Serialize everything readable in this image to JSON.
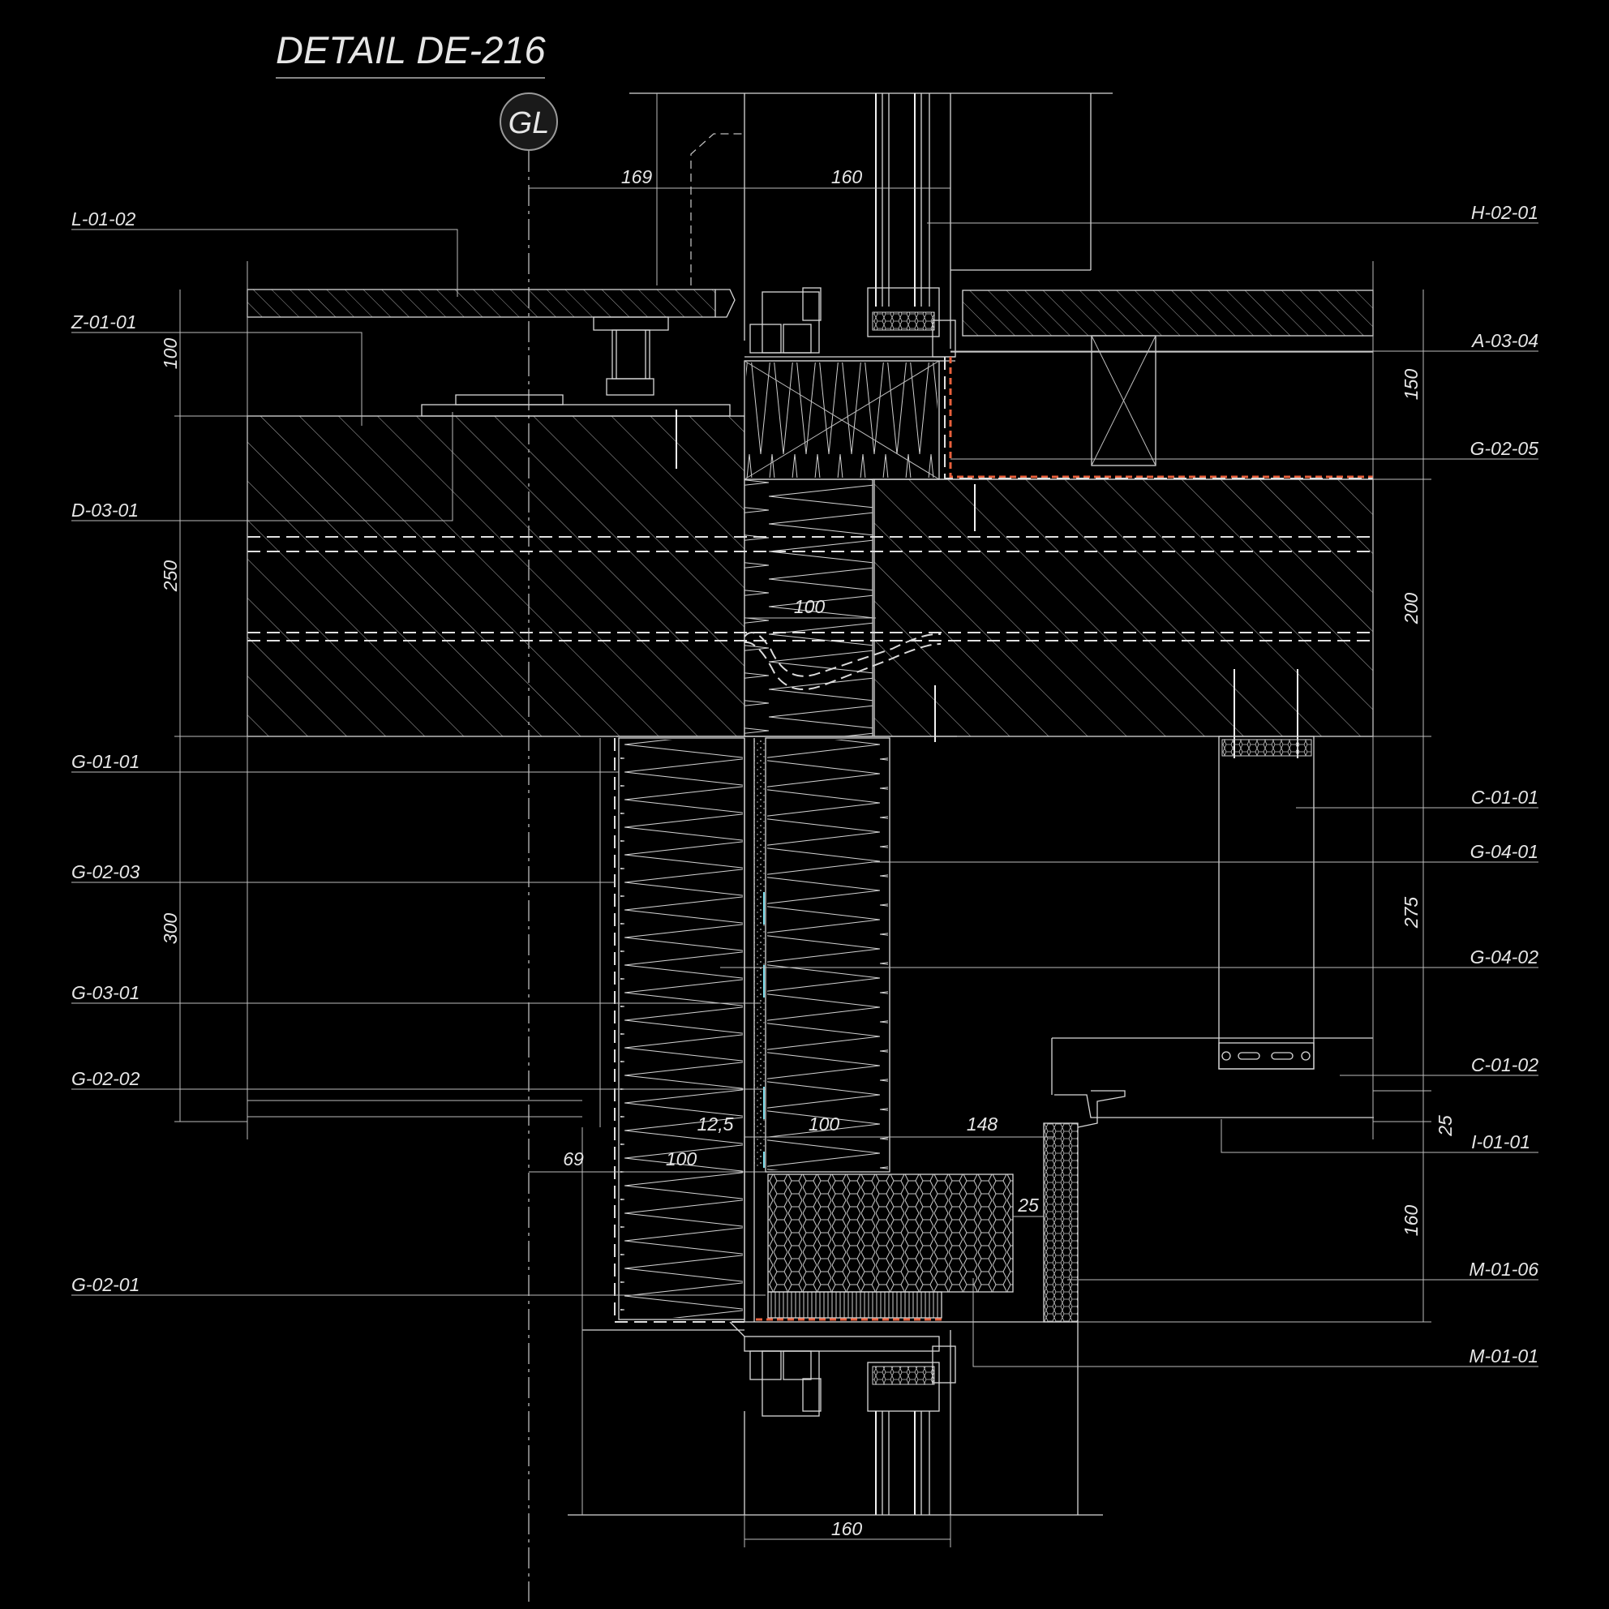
{
  "title": "DETAIL DE-216",
  "gridline": "GL",
  "callouts_left": [
    "L-01-02",
    "Z-01-01",
    "D-03-01",
    "G-01-01",
    "G-02-03",
    "G-03-01",
    "G-02-02",
    "G-02-01"
  ],
  "callouts_right": [
    "H-02-01",
    "A-03-04",
    "G-02-05",
    "C-01-01",
    "G-04-01",
    "G-04-02",
    "C-01-02",
    "I-01-01",
    "M-01-06",
    "M-01-01"
  ],
  "dimensions": {
    "d169": "169",
    "d160_top": "160",
    "d100_mid": "100",
    "d100_left": "100",
    "d250": "250",
    "d300": "300",
    "d150": "150",
    "d200": "200",
    "d275": "275",
    "d25_right": "25",
    "d160_right": "160",
    "d12_5": "12,5",
    "d100_low": "100",
    "d148": "148",
    "d69": "69",
    "d100_lower": "100",
    "d25_mid": "25",
    "d160_bottom": "160"
  },
  "colors": {
    "background": "#000000",
    "linework": "#d8d8d8",
    "membrane": "#e8603c",
    "sealant": "#7fe0ee"
  }
}
